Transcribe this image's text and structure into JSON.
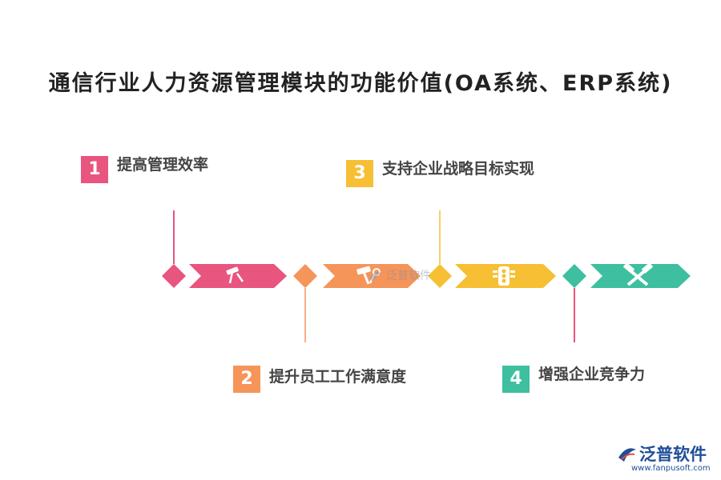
{
  "title": "通信行业人力资源管理模块的功能价值(OA系统、ERP系统)",
  "steps": [
    {
      "number": "1",
      "label": "提高管理效率",
      "color": "#e8557e",
      "icon": "hammer-icon"
    },
    {
      "number": "2",
      "label": "提升员工工作满意度",
      "color": "#f5955a",
      "icon": "hammer-wrench-icon"
    },
    {
      "number": "3",
      "label": "支持企业战略目标实现",
      "color": "#f7bf33",
      "icon": "traffic-light-icon"
    },
    {
      "number": "4",
      "label": "增强企业竞争力",
      "color": "#3dbfa0",
      "icon": "crossed-tools-icon"
    }
  ],
  "watermark": {
    "text": "泛普软件"
  },
  "logo": {
    "name": "泛普软件",
    "url": "www.fanpusoft.com"
  }
}
